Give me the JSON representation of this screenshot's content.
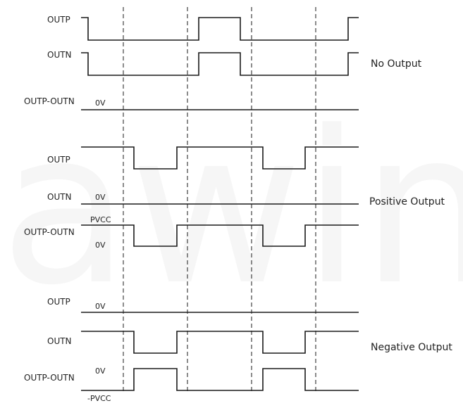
{
  "watermark": "awinic",
  "groups": [
    {
      "label": "No Output",
      "rows": [
        {
          "name": "OUTP",
          "kind": "pulse"
        },
        {
          "name": "OUTN",
          "kind": "pulse"
        },
        {
          "name": "OUTP-OUTN",
          "kind": "flat",
          "level_label": "0V"
        }
      ]
    },
    {
      "label": "Positive Output",
      "rows": [
        {
          "name": "OUTP",
          "kind": "dip"
        },
        {
          "name": "OUTN",
          "kind": "flat",
          "level_label": "0V"
        },
        {
          "name": "OUTP-OUTN",
          "kind": "dip",
          "high_label": "PVCC",
          "low_label": "0V"
        }
      ]
    },
    {
      "label": "Negative Output",
      "rows": [
        {
          "name": "OUTP",
          "kind": "flat",
          "level_label": "0V"
        },
        {
          "name": "OUTN",
          "kind": "dip"
        },
        {
          "name": "OUTP-OUTN",
          "kind": "bump",
          "high_label": "0V",
          "low_label": "-PVCC"
        }
      ]
    }
  ]
}
